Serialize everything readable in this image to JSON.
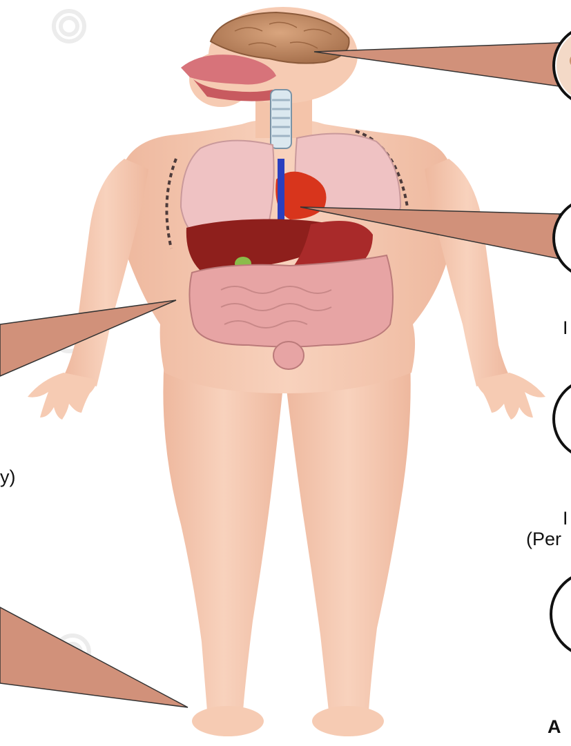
{
  "labels": {
    "left_fragment_comma": ",",
    "left_fragment_paren": "y)",
    "right_fragment_one": "I",
    "right_fragment_two": "I",
    "right_fragment_per": "(Per",
    "right_fragment_bold_a": "A"
  },
  "colors": {
    "background": "#ffffff",
    "skin": "#f6cbb3",
    "skin_shadow": "#e7ab8e",
    "callout": "#d1917a",
    "callout_edge": "#222222",
    "liver": "#8e1f1c",
    "lungs": "#efc2c3",
    "intestine": "#e7a4a4",
    "heart": "#d8351c",
    "brain": "#c9926a"
  },
  "icons": [
    "brain-icon",
    "lungs-icon",
    "heart-icon",
    "liver-icon",
    "stomach-icon",
    "intestine-icon",
    "trachea-icon"
  ]
}
